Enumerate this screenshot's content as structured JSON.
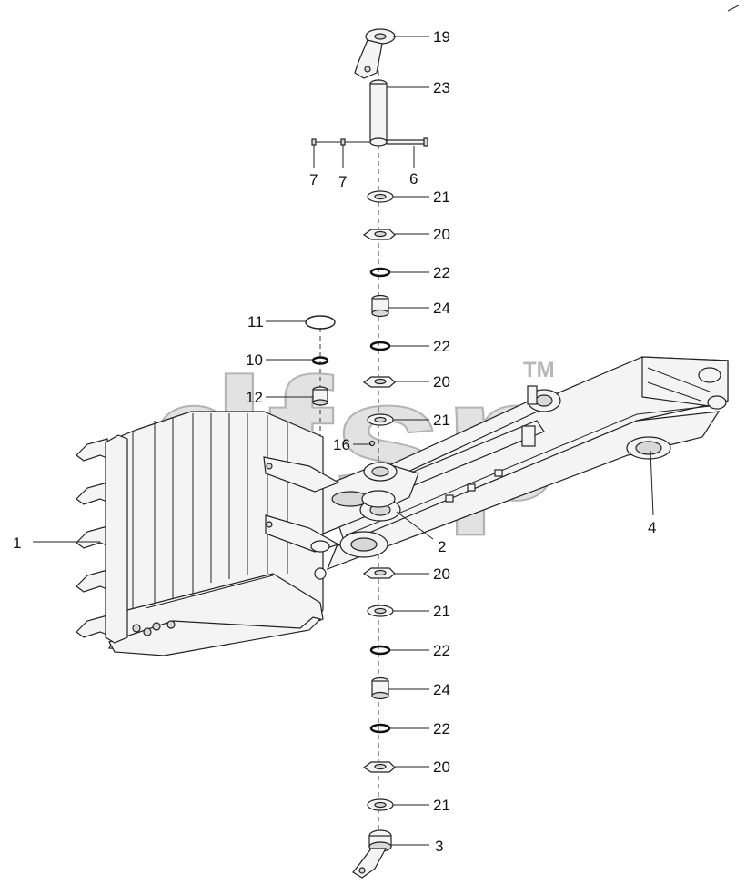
{
  "diagram": {
    "watermark": {
      "text": "dfsp",
      "tm": "TM"
    },
    "callouts": {
      "c19": "19",
      "c23": "23",
      "c7a": "7",
      "c7b": "7",
      "c6": "6",
      "c21a": "21",
      "c20a": "20",
      "c22a": "22",
      "c24a": "24",
      "c22b": "22",
      "c11": "11",
      "c10": "10",
      "c20b": "20",
      "c12": "12",
      "c21b": "21",
      "c16": "16",
      "c1": "1",
      "c2": "2",
      "c4": "4",
      "c20c": "20",
      "c21c": "21",
      "c22c": "22",
      "c24b": "24",
      "c22d": "22",
      "c20d": "20",
      "c21d": "21",
      "c3": "3"
    }
  }
}
